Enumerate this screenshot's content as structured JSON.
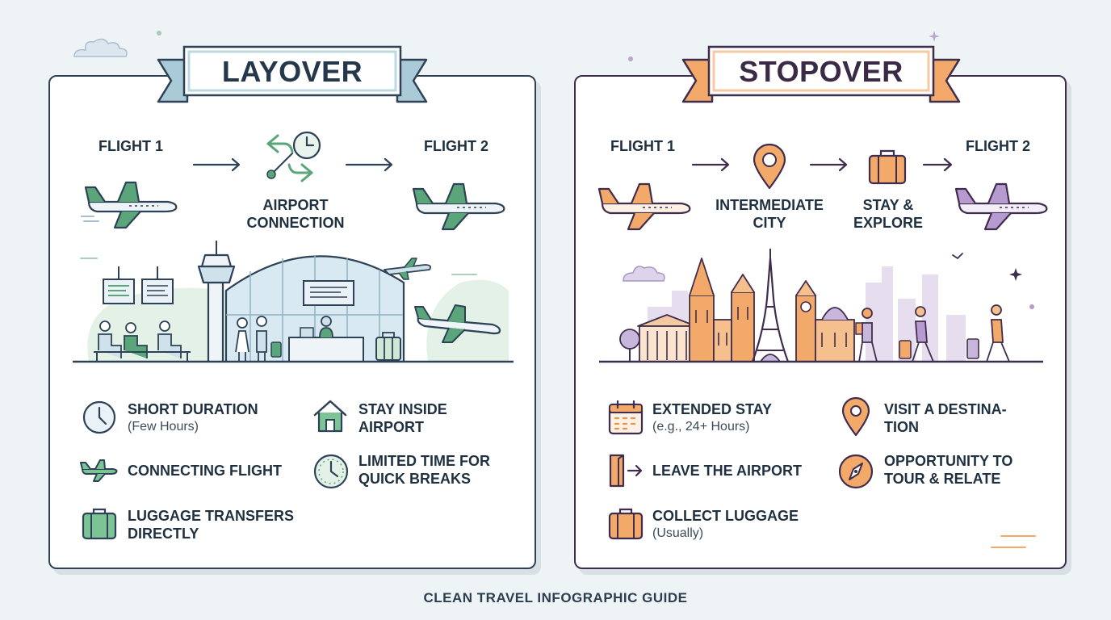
{
  "layover": {
    "title": "LAYOVER",
    "flow": {
      "flight1": "FLIGHT 1",
      "connection_line1": "AIRPORT",
      "connection_line2": "CONNECTION",
      "flight2": "FLIGHT 2"
    },
    "features": [
      {
        "icon": "clock-icon",
        "title": "SHORT DURATION",
        "subtitle": "(Few Hours)"
      },
      {
        "icon": "home-icon",
        "title_line1": "STAY INSIDE",
        "title_line2": "AIRPORT"
      },
      {
        "icon": "plane-icon",
        "title": "CONNECTING FLIGHT"
      },
      {
        "icon": "clock-icon",
        "title_line1": "LIMITED TIME FOR",
        "title_line2": "QUICK BREAKS"
      },
      {
        "icon": "luggage-icon",
        "title_line1": "LUGGAGE TRANSFERS",
        "title_line2": "DIRECTLY"
      }
    ],
    "colors": {
      "accent": "#5aa57a",
      "banner": "#bcd8e2"
    }
  },
  "stopover": {
    "title": "STOPOVER",
    "flow": {
      "flight1": "FLIGHT 1",
      "city_line1": "INTERMEDIATE",
      "city_line2": "CITY",
      "stay_line1": "STAY &",
      "stay_line2": "EXPLORE",
      "flight2": "FLIGHT 2"
    },
    "features": [
      {
        "icon": "calendar-icon",
        "title": "EXTENDED STAY",
        "subtitle": "(e.g., 24+ Hours)"
      },
      {
        "icon": "location-pin-icon",
        "title_line1": "VISIT A DESTINA-",
        "title_line2": "TION"
      },
      {
        "icon": "exit-door-icon",
        "title": "LEAVE THE AIRPORT"
      },
      {
        "icon": "compass-icon",
        "title_line1": "OPPORTUNITY TO",
        "title_line2": "TOUR & RELATE"
      },
      {
        "icon": "luggage-icon",
        "title": "COLLECT LUGGAGE",
        "subtitle": "(Usually)"
      }
    ],
    "colors": {
      "accent": "#e8924a",
      "banner": "#f3a96a"
    }
  },
  "footer": "CLEAN TRAVEL INFOGRAPHIC GUIDE"
}
